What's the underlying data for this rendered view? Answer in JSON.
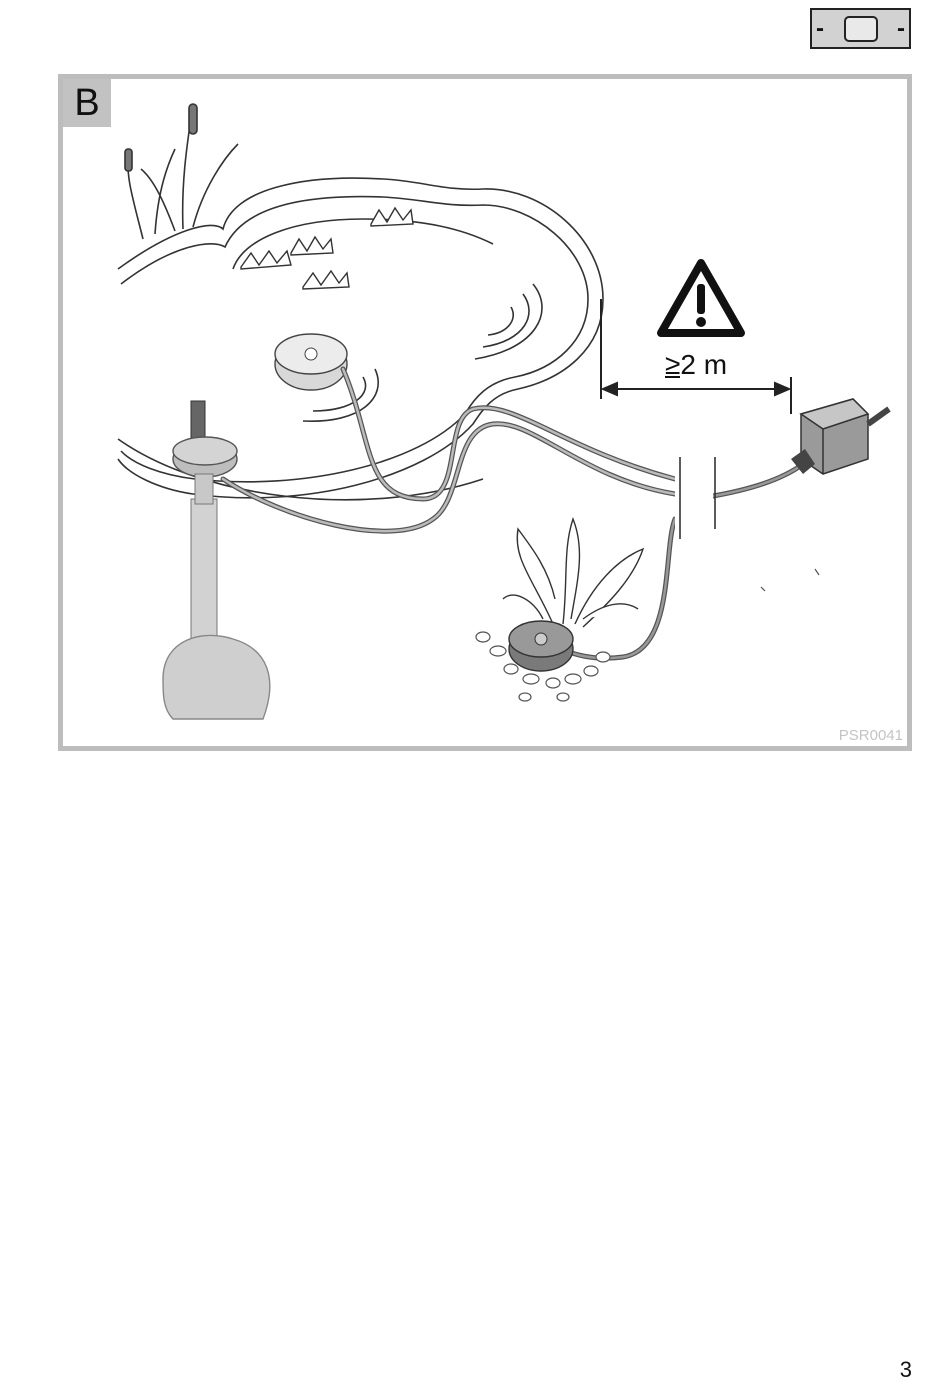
{
  "header": {
    "tab_left": "-",
    "tab_right": "-"
  },
  "figure": {
    "label": "B",
    "distance_label": "2 m",
    "distance_symbol": "≥",
    "image_code": "PSR0041"
  },
  "footer": {
    "page_number": "3"
  }
}
